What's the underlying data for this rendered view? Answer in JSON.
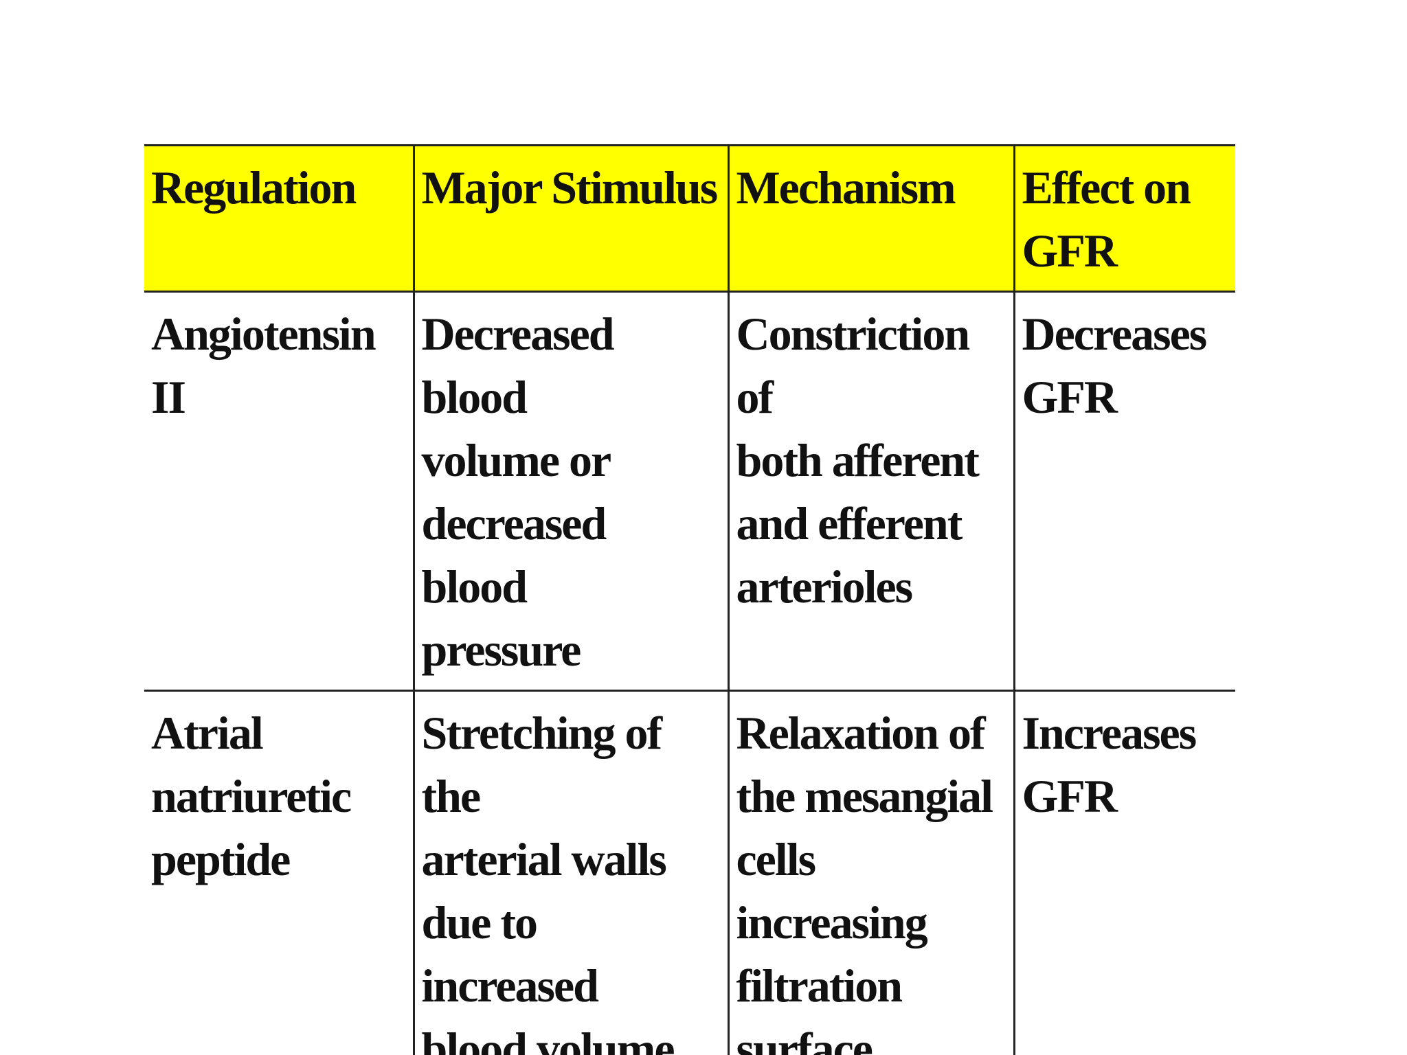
{
  "table": {
    "headers": [
      "Regulation",
      "Major Stimulus",
      "Mechanism",
      "Effect on\nGFR"
    ],
    "rows": [
      {
        "regulation": "Angiotensin II",
        "stimulus": "Decreased blood\nvolume or\ndecreased blood\npressure",
        "mechanism": "Constriction of\nboth afferent\nand efferent\narterioles",
        "effect": "Decreases\nGFR"
      },
      {
        "regulation": "Atrial\nnatriuretic\npeptide",
        "stimulus": "Stretching of the\narterial walls\ndue to increased\nblood volume",
        "mechanism": "Relaxation of\nthe mesangial\ncells increasing\nfiltration\nsurface",
        "effect": "Increases\nGFR"
      }
    ]
  },
  "colors": {
    "header_background": "#ffff00",
    "border": "#222222",
    "text": "#111111"
  }
}
